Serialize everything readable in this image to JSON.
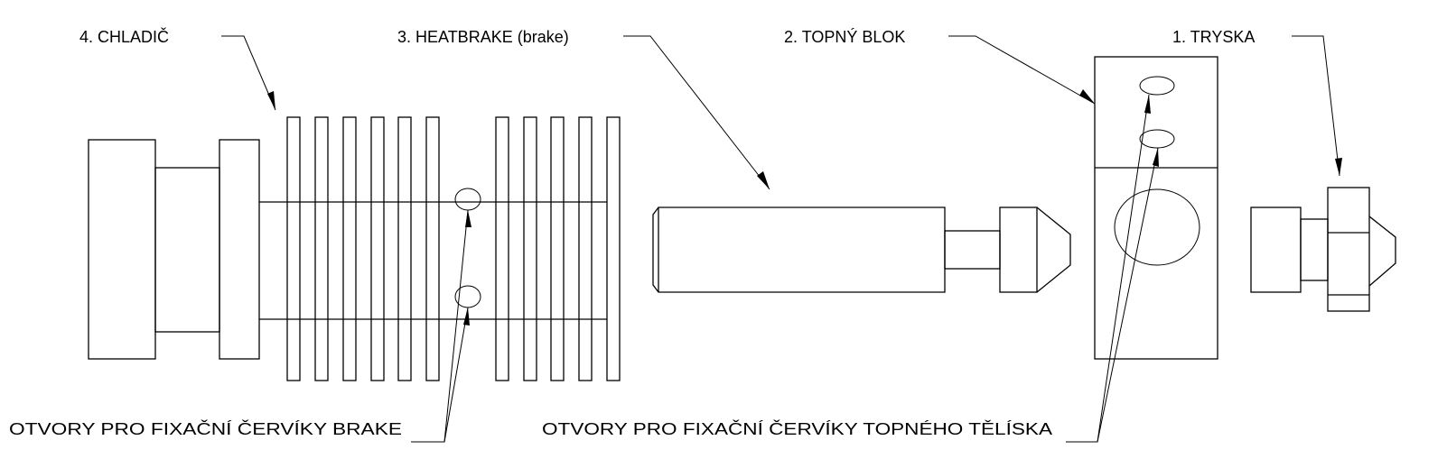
{
  "labels": {
    "cooler": "4. CHLADIČ",
    "heatbreak": "3. HEATBRAKE (brake)",
    "heater_block": "2. TOPNÝ BLOK",
    "nozzle": "1. TRYSKA",
    "brake_holes": "OTVORY PRO FIXAČNÍ ČERVÍKY BRAKE",
    "heater_holes": "OTVORY PRO FIXAČNÍ ČERVÍKY TOPNÉHO TĚLÍSKA"
  },
  "colors": {
    "line": "#000000",
    "background": "#ffffff"
  }
}
